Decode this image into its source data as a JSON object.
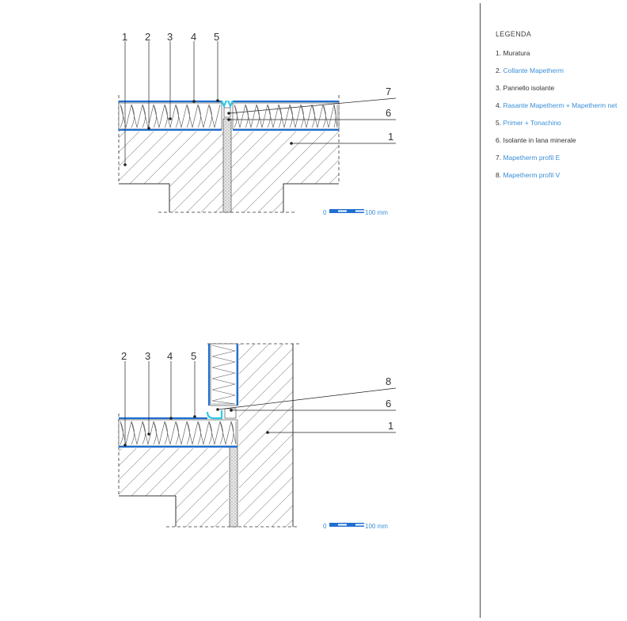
{
  "legend": {
    "title": "LEGENDA",
    "items": [
      {
        "num": "1.",
        "text": "Muratura",
        "accent": false
      },
      {
        "num": "2.",
        "text": "Collante Mapetherm",
        "accent": true
      },
      {
        "num": "3.",
        "text": "Pannello isolante",
        "accent": false
      },
      {
        "num": "4.",
        "text": "Rasante Mapetherm + Mapetherm net",
        "accent": true
      },
      {
        "num": "5.",
        "text": "Primer + Tonachino",
        "accent": true
      },
      {
        "num": "6.",
        "text": "Isolante in lana minerale",
        "accent": false
      },
      {
        "num": "7.",
        "text": "Mapetherm profil E",
        "accent": true
      },
      {
        "num": "8.",
        "text": "Mapetherm profil V",
        "accent": true
      }
    ]
  },
  "detail_top": {
    "callouts_top": [
      "1",
      "2",
      "3",
      "4",
      "5"
    ],
    "callouts_right": [
      "7",
      "6",
      "1"
    ],
    "scale": {
      "start": "0",
      "end": "100 mm"
    }
  },
  "detail_bottom": {
    "callouts_top": [
      "2",
      "3",
      "4",
      "5"
    ],
    "callouts_right": [
      "8",
      "6",
      "1"
    ],
    "scale": {
      "start": "0",
      "end": "100 mm"
    }
  },
  "colors": {
    "accent": "#1f6fd1",
    "profile": "#2fc8e8",
    "line": "#333333",
    "hatch": "#888888",
    "legend_accent": "#3a8fd6"
  }
}
